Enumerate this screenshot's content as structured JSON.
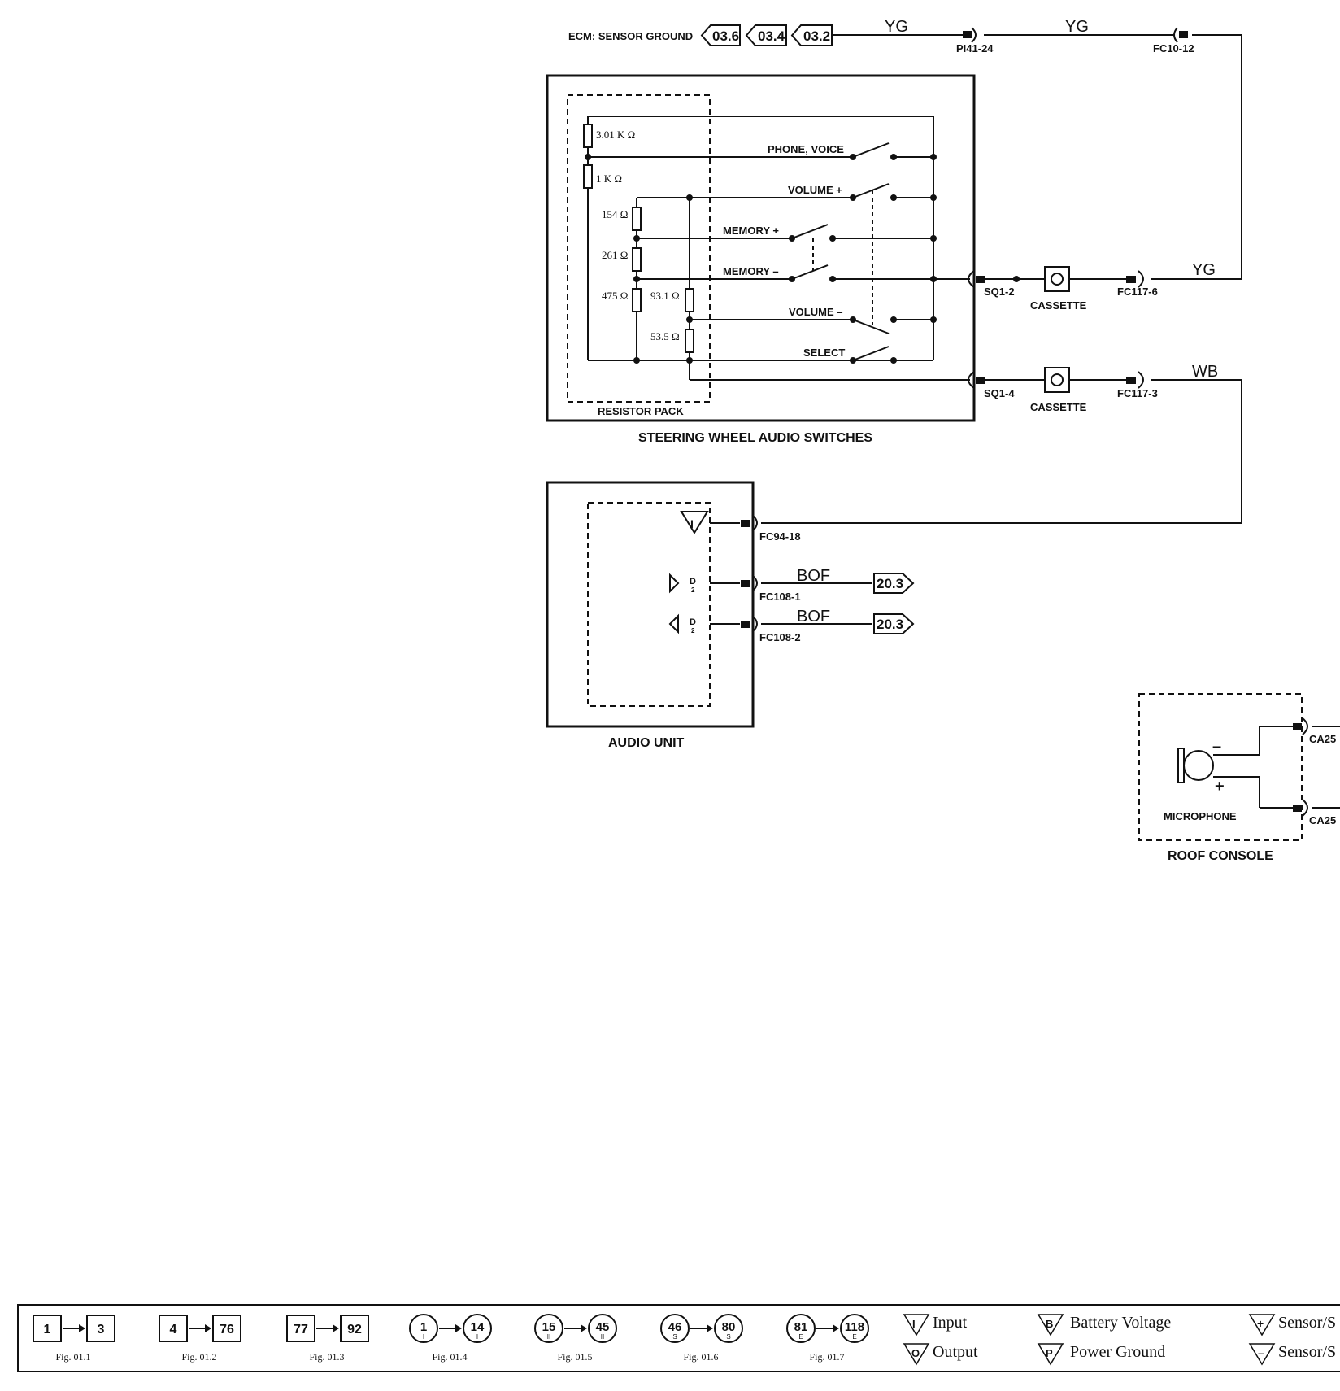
{
  "diagram": {
    "ecm_label": "ECM: SENSOR GROUND",
    "ecm_refs": [
      "03.6",
      "03.4",
      "03.2"
    ],
    "wire_colors": {
      "yg": "YG",
      "wb": "WB",
      "bof": "BOF"
    },
    "connectors": {
      "pi41_24": "PI41-24",
      "fc10_12": "FC10-12",
      "sq1_2": "SQ1-2",
      "sq1_4": "SQ1-4",
      "fc117_6": "FC117-6",
      "fc117_3": "FC117-3",
      "fc94_18": "FC94-18",
      "fc108_1": "FC108-1",
      "fc108_2": "FC108-2",
      "ca25_a": "CA25",
      "ca25_b": "CA25"
    },
    "cassette": "CASSETTE",
    "resistors": {
      "r1": "3.01 K Ω",
      "r2": "1 K Ω",
      "r3": "154 Ω",
      "r4": "261 Ω",
      "r5": "475 Ω",
      "r6": "93.1 Ω",
      "r7": "53.5 Ω"
    },
    "switches": {
      "phone_voice": "PHONE, VOICE",
      "volume_plus": "VOLUME +",
      "memory_plus": "MEMORY +",
      "memory_minus": "MEMORY –",
      "volume_minus": "VOLUME –",
      "select": "SELECT"
    },
    "resistor_pack": "RESISTOR PACK",
    "steering_title": "STEERING WHEEL AUDIO SWITCHES",
    "audio_unit_title": "AUDIO UNIT",
    "audio_refs": [
      "20.3",
      "20.3"
    ],
    "d2_label": "D",
    "d2_sub": "2",
    "input_glyph": "I",
    "microphone": "MICROPHONE",
    "mic_minus": "–",
    "mic_plus": "+",
    "roof_console": "ROOF CONSOLE"
  },
  "legend": {
    "figs": [
      {
        "from": "1",
        "to": "3",
        "fig": "Fig. 01.1",
        "shape": "square"
      },
      {
        "from": "4",
        "to": "76",
        "fig": "Fig. 01.2",
        "shape": "square"
      },
      {
        "from": "77",
        "to": "92",
        "fig": "Fig. 01.3",
        "shape": "square"
      },
      {
        "from": "1",
        "to": "14",
        "sub": "I",
        "fig": "Fig. 01.4",
        "shape": "circle"
      },
      {
        "from": "15",
        "to": "45",
        "sub": "II",
        "fig": "Fig. 01.5",
        "shape": "circle"
      },
      {
        "from": "46",
        "to": "80",
        "sub": "S",
        "fig": "Fig. 01.6",
        "shape": "circle"
      },
      {
        "from": "81",
        "to": "118",
        "sub": "E",
        "fig": "Fig. 01.7",
        "shape": "circle"
      }
    ],
    "input": {
      "glyph": "I",
      "label": "Input"
    },
    "output": {
      "glyph": "O",
      "label": "Output"
    },
    "battery": {
      "glyph": "B",
      "label": "Battery Voltage"
    },
    "power_ground": {
      "glyph": "P",
      "label": "Power Ground"
    },
    "sensor_plus": {
      "glyph": "+",
      "label": "Sensor/S"
    },
    "sensor_minus": {
      "glyph": "–",
      "label": "Sensor/S"
    }
  }
}
